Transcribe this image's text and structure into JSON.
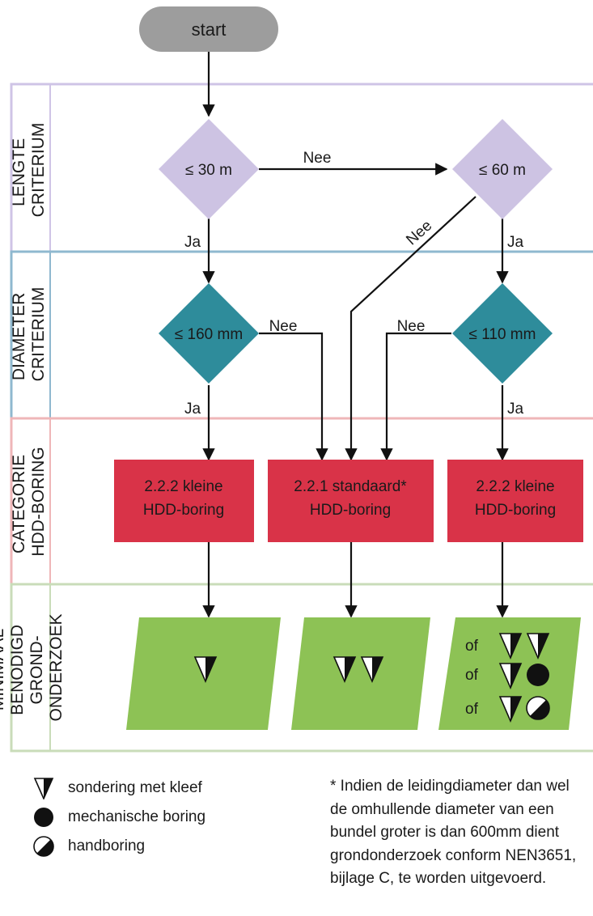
{
  "start": "start",
  "lanes": {
    "lengte": [
      "LENGTE",
      "CRITERIUM"
    ],
    "diameter": [
      "DIAMETER",
      "CRITERIUM"
    ],
    "categorie": [
      "CATEGORIE",
      "HDD-BORING"
    ],
    "minimaal": [
      "MINIMAAL",
      "BENODIGD",
      "GROND-",
      "ONDERZOEK"
    ]
  },
  "decisions": {
    "len30": "≤ 30 m",
    "len60": "≤ 60 m",
    "dia160": "≤ 160 mm",
    "dia110": "≤ 110 mm"
  },
  "edges": {
    "nee_len": "Nee",
    "nee_diag": "Nee",
    "ja_len30": "Ja",
    "ja_len60": "Ja",
    "nee_dia160": "Nee",
    "nee_dia110": "Nee",
    "ja_dia160": "Ja",
    "ja_dia110": "Ja"
  },
  "categories": {
    "left": [
      "2.2.2 kleine",
      "HDD-boring"
    ],
    "mid": [
      "2.2.1 standaard*",
      "HDD-boring"
    ],
    "right": [
      "2.2.2 kleine",
      "HDD-boring"
    ]
  },
  "of_label": "of",
  "legend": {
    "sondering": "sondering met kleef",
    "mechanisch": "mechanische boring",
    "hand": "handboring"
  },
  "footnote": "* Indien de leidingdiameter dan wel de omhullende diameter van een bundel groter is dan 600mm dient grondonderzoek conform NEN3651, bijlage C, te worden uitgevoerd.",
  "colors": {
    "lengte_lane": "#cfc4e6",
    "diameter_lane": "#8fb8cf",
    "categorie_lane": "#efb6b8",
    "minimaal_lane": "#c9dcb9",
    "lengte_diamond": "#cdc3e3",
    "diameter_diamond": "#2e8c9b",
    "category_box": "#d93348",
    "research_box": "#8dc255",
    "start_pill": "#9d9d9d"
  }
}
